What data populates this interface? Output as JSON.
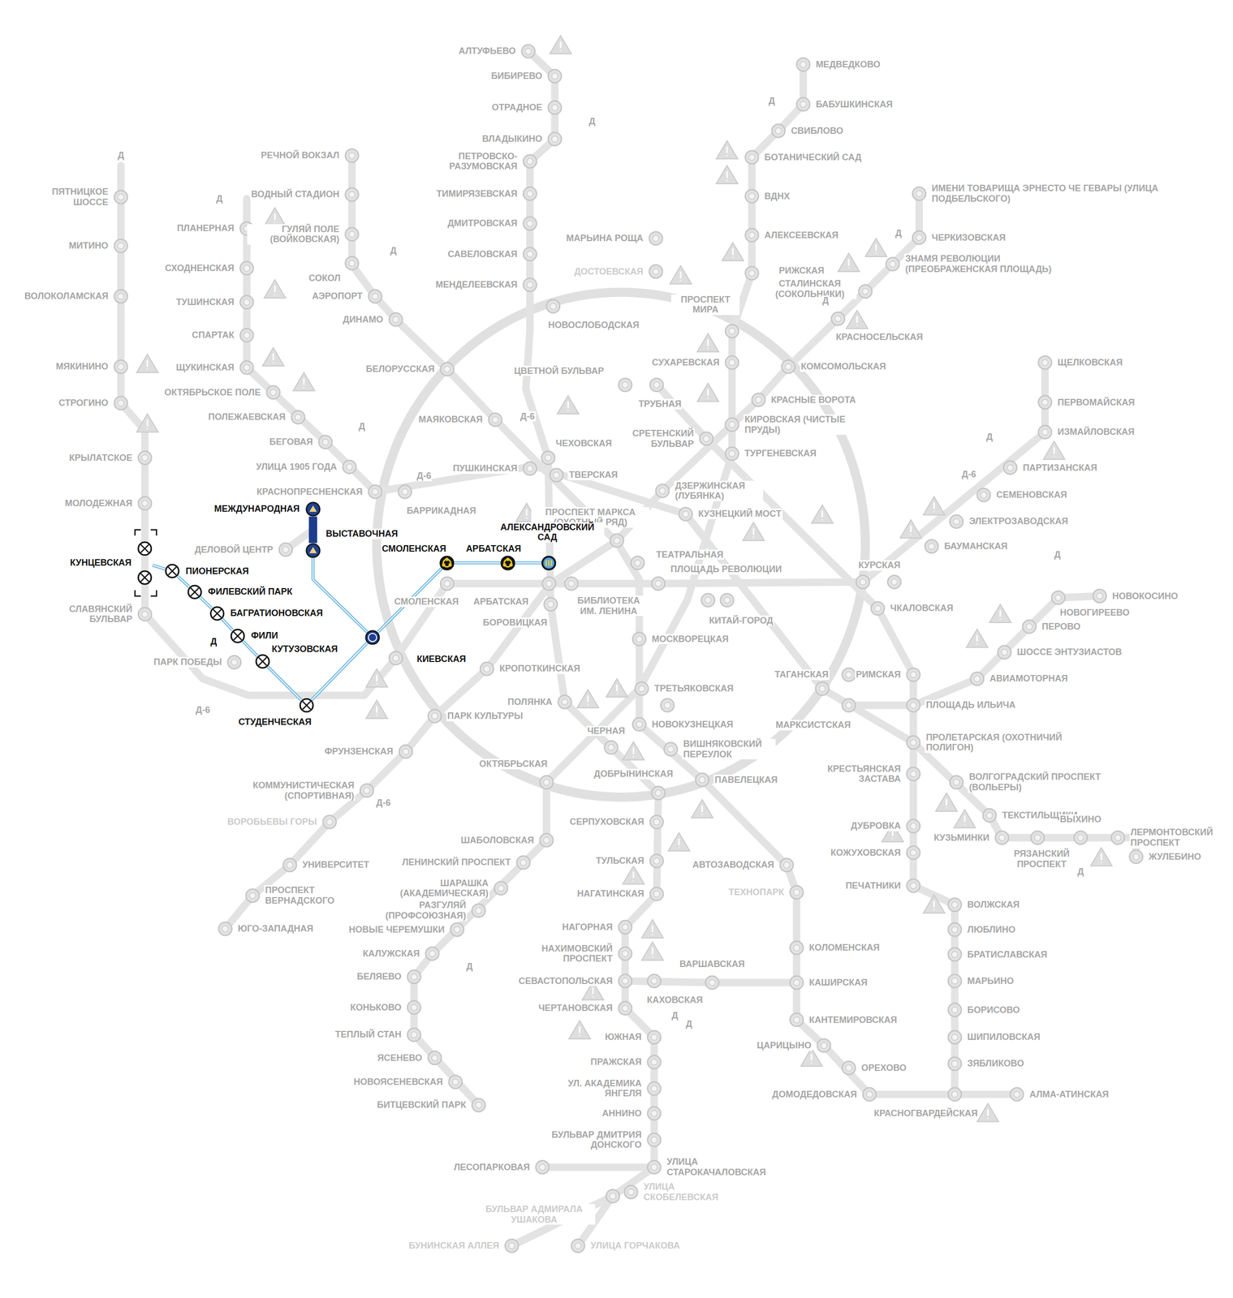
{
  "diagram": {
    "nodes": [
      {
        "text": [
          "МЕЖДУНАРОДНАЯ"
        ]
      },
      {
        "text": [
          "ВЫСТАВОЧНАЯ"
        ]
      },
      {
        "text": [
          "КУНЦЕВСКАЯ"
        ]
      },
      {
        "text": [
          "ПИОНЕРСКАЯ"
        ]
      },
      {
        "text": [
          "ФИЛЕВСКИЙ ПАРК"
        ]
      },
      {
        "text": [
          "БАГРАТИОНОВСКАЯ"
        ]
      },
      {
        "text": [
          "ФИЛИ"
        ]
      },
      {
        "text": [
          "КУТУЗОВСКАЯ"
        ]
      },
      {
        "text": [
          "СТУДЕНЧЕСКАЯ"
        ]
      },
      {
        "text": [
          "КИЕВСКАЯ"
        ]
      },
      {
        "text": [
          "СМОЛЕНСКАЯ"
        ]
      },
      {
        "text": [
          "АРБАТСКАЯ"
        ]
      },
      {
        "text": [
          "АЛЕКСАНДРОВСКИЙ САД"
        ]
      }
    ],
    "edges": [
      {
        "from": 0,
        "to": 1,
        "arrow": "none"
      },
      {
        "from": 2,
        "to": 3,
        "arrow": "none"
      },
      {
        "from": 3,
        "to": 4,
        "arrow": "none"
      },
      {
        "from": 4,
        "to": 5,
        "arrow": "none"
      },
      {
        "from": 5,
        "to": 6,
        "arrow": "none"
      },
      {
        "from": 6,
        "to": 7,
        "arrow": "none"
      },
      {
        "from": 7,
        "to": 8,
        "arrow": "none"
      },
      {
        "from": 8,
        "to": 9,
        "arrow": "none"
      },
      {
        "from": 1,
        "to": 9,
        "arrow": "none"
      },
      {
        "from": 9,
        "to": 10,
        "arrow": "none"
      },
      {
        "from": 10,
        "to": 11,
        "arrow": "none"
      },
      {
        "from": 11,
        "to": 12,
        "arrow": "none"
      }
    ],
    "labels": [
      "АЛТУФЬЕВО",
      "БИБИРЕВО",
      "ОТРАДНОЕ",
      "ВЛАДЫКИНО",
      "ПЕТРОВСКО-РАЗУМОВСКАЯ",
      "ТИМИРЯЗЕВСКАЯ",
      "ДМИТРОВСКАЯ",
      "САВЕЛОВСКАЯ",
      "МЕНДЕЛЕЕВСКАЯ",
      "НОВОСЛОБОДСКАЯ",
      "МАРЬИНА РОЩА",
      "ДОСТОЕВСКАЯ",
      "МЕДВЕДКОВО",
      "БАБУШКИНСКАЯ",
      "СВИБЛОВО",
      "БОТАНИЧЕСКИЙ САД",
      "ВДНХ",
      "АЛЕКСЕЕВСКАЯ",
      "РИЖСКАЯ",
      "СТАЛИНСКАЯ (СОКОЛЬНИКИ)",
      "ИМЕНИ ТОВАРИЩА ЭРНЕСТО ЧЕ ГЕВАРЫ (УЛИЦА ПОДБЕЛЬСКОГО)",
      "ЧЕРКИЗОВСКАЯ",
      "ЗНАМЯ РЕВОЛЮЦИИ (ПРЕОБРАЖЕНСКАЯ ПЛОЩАДЬ)",
      "КРАСНОСЕЛЬСКАЯ",
      "КОМСОМОЛЬСКАЯ",
      "КРАСНЫЕ ВОРОТА",
      "КИРОВСКАЯ (ЧИСТЫЕ ПРУДЫ)",
      "ТУРГЕНЕВСКАЯ",
      "ПРОСПЕКТ МИРА",
      "СУХАРЕВСКАЯ",
      "ТРУБНАЯ",
      "ЦВЕТНОЙ БУЛЬВАР",
      "СРЕТЕНСКИЙ БУЛЬВАР",
      "ДЗЕРЖИНСКАЯ (ЛУБЯНКА)",
      "КУЗНЕЦКИЙ МОСТ",
      "ЧЕХОВСКАЯ",
      "ПУШКИНСКАЯ",
      "ТВЕРСКАЯ",
      "МАЯКОВСКАЯ",
      "БЕЛОРУССКАЯ",
      "ПРОСПЕКТ МАРКСА (ОХОТНЫЙ РЯД)",
      "ТЕАТРАЛЬНАЯ",
      "ПЛОЩАДЬ РЕВОЛЮЦИИ",
      "БИБЛИОТЕКА ИМ. ЛЕНИНА",
      "АРБАТСКАЯ",
      "СМОЛЕНСКАЯ",
      "БОРОВИЦКАЯ",
      "КРОПОТКИНСКАЯ",
      "ПАРК КУЛЬТУРЫ",
      "ФРУНЗЕНСКАЯ",
      "КОММУНИСТИЧЕСКАЯ (СПОРТИВНАЯ)",
      "ВОРОБЬЕВЫ ГОРЫ",
      "УНИВЕРСИТЕТ",
      "ПРОСПЕКТ ВЕРНАДСКОГО",
      "ЮГО-ЗАПАДНАЯ",
      "РЕЧНОЙ ВОКЗАЛ",
      "ВОДНЫЙ СТАДИОН",
      "ГУЛЯЙ ПОЛЕ (ВОЙКОВСКАЯ)",
      "СОКОЛ",
      "АЭРОПОРТ",
      "ДИНАМО",
      "ПЛАНЕРНАЯ",
      "СХОДНЕНСКАЯ",
      "ТУШИНСКАЯ",
      "СПАРТАК",
      "ЩУКИНСКАЯ",
      "ОКТЯБРЬСКОЕ ПОЛЕ",
      "ПОЛЕЖАЕВСКАЯ",
      "БЕГОВАЯ",
      "УЛИЦА 1905 ГОДА",
      "КРАСНОПРЕСНЕНСКАЯ",
      "БАРРИКАДНАЯ",
      "ПЯТНИЦКОЕ ШОССЕ",
      "МИТИНО",
      "ВОЛОКОЛАМСКАЯ",
      "МЯКИНИНО",
      "СТРОГИНО",
      "КРЫЛАТСКОЕ",
      "МОЛОДЕЖНАЯ",
      "СЛАВЯНСКИЙ БУЛЬВАР",
      "ПАРК ПОБЕДЫ",
      "ДЕЛОВОЙ ЦЕНТР",
      "ШАБОЛОВСКАЯ",
      "ЛЕНИНСКИЙ ПРОСПЕКТ",
      "ШАРАШКА (АКАДЕМИЧЕСКАЯ)",
      "РАЗГУЛЯЙ (ПРОФСОЮЗНАЯ)",
      "НОВЫЕ ЧЕРЕМУШКИ",
      "КАЛУЖСКАЯ",
      "БЕЛЯЕВО",
      "КОНЬКОВО",
      "ТЕПЛЫЙ СТАН",
      "ЯСЕНЕВО",
      "НОВОЯСЕНЕВСКАЯ",
      "БИТЦЕВСКИЙ ПАРК",
      "ОКТЯБРЬСКАЯ",
      "ПОЛЯНКА",
      "ТРЕТЬЯКОВСКАЯ",
      "НОВОКУЗНЕЦКАЯ",
      "МОСКВОРЕЦКАЯ",
      "КИТАЙ-ГОРОД",
      "ЧЕРНАЯ",
      "ВИШНЯКОВСКИЙ ПЕРЕУЛОК",
      "ДОБРЫНИНСКАЯ",
      "ПАВЕЛЕЦКАЯ",
      "СЕРПУХОВСКАЯ",
      "ТУЛЬСКАЯ",
      "НАГАТИНСКАЯ",
      "НАГОРНАЯ",
      "НАХИМОВСКИЙ ПРОСПЕКТ",
      "СЕВАСТОПОЛЬСКАЯ",
      "ЧЕРТАНОВСКАЯ",
      "КАХОВСКАЯ",
      "ВАРШАВСКАЯ",
      "ЮЖНАЯ",
      "ПРАЖСКАЯ",
      "УЛ. АКАДЕМИКА ЯНГЕЛЯ",
      "АННИНО",
      "БУЛЬВАР ДМИТРИЯ ДОНСКОГО",
      "УЛИЦА СТАРОКАЧАЛОВСКАЯ",
      "ЛЕСОПАРКОВАЯ",
      "БУЛЬВАР АДМИРАЛА УШАКОВА",
      "УЛИЦА СКОБЕЛЕВСКАЯ",
      "БУНИНСКАЯ АЛЛЕЯ",
      "УЛИЦА ГОРЧАКОВА",
      "АВТОЗАВОДСКАЯ",
      "ТЕХНОПАРК",
      "КОЛОМЕНСКАЯ",
      "КАШИРСКАЯ",
      "КАНТЕМИРОВСКАЯ",
      "ЦАРИЦЫНО",
      "ОРЕХОВО",
      "ДОМОДЕДОВСКАЯ",
      "КРАСНОГВАРДЕЙСКАЯ",
      "АЛМА-АТИНСКАЯ",
      "КУРСКАЯ",
      "ЧКАЛОВСКАЯ",
      "БАУМАНСКАЯ",
      "ЭЛЕКТРОЗАВОДСКАЯ",
      "СЕМЕНОВСКАЯ",
      "ПАРТИЗАНСКАЯ",
      "ИЗМАЙЛОВСКАЯ",
      "ПЕРВОМАЙСКАЯ",
      "ЩЕЛКОВСКАЯ",
      "НОВОКОСИНО",
      "НОВОГИРЕЕВО",
      "ПЕРОВО",
      "ШОССЕ ЭНТУЗИАСТОВ",
      "АВИАМОТОРНАЯ",
      "РИМСКАЯ",
      "ПЛОЩАДЬ ИЛЬИЧА",
      "ТАГАНСКАЯ",
      "МАРКСИСТСКАЯ",
      "ПРОЛЕТАРСКАЯ (ОХОТНИЧИЙ ПОЛИГОН)",
      "КРЕСТЬЯНСКАЯ ЗАСТАВА",
      "ВОЛГОГРАДСКИЙ ПРОСПЕКТ (ВОЛЬЕРЫ)",
      "ТЕКСТИЛЬЩИКИ",
      "КУЗЬМИНКИ",
      "РЯЗАНСКИЙ ПРОСПЕКТ",
      "ВЫХИНО",
      "ЛЕРМОНТОВСКИЙ ПРОСПЕКТ",
      "ЖУЛЕБИНО",
      "ДУБРОВКА",
      "КОЖУХОВСКАЯ",
      "ПЕЧАТНИКИ",
      "ВОЛЖСКАЯ",
      "ЛЮБЛИНО",
      "БРАТИСЛАВСКАЯ",
      "МАРЬИНО",
      "БОРИСОВО",
      "ШИПИЛОВСКАЯ",
      "ЗЯБЛИКОВО",
      "Д",
      "Д",
      "Д",
      "Д",
      "Д",
      "Д",
      "Д",
      "Д",
      "Д",
      "Д",
      "Д",
      "Д",
      "Д",
      "Д",
      "Д-6",
      "Д-6",
      "Д-6",
      "Д-6",
      "Д-6",
      "Д"
    ]
  }
}
